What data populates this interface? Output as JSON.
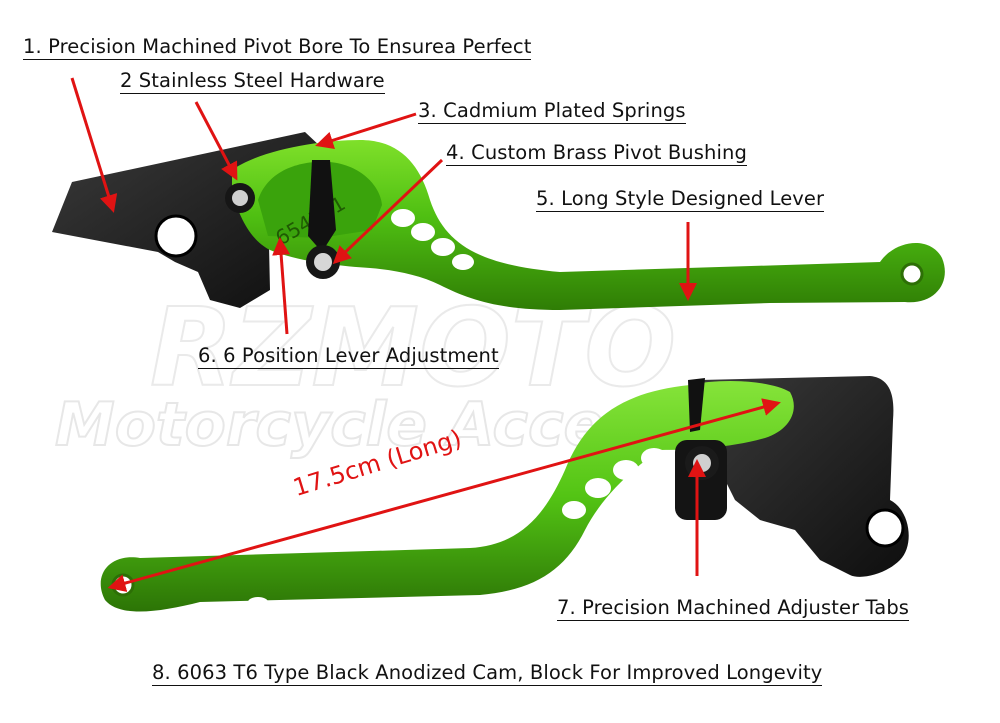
{
  "annotations": {
    "pivot_bore": "1. Precision Machined Pivot Bore To Ensurea Perfect",
    "hardware": "2 Stainless Steel Hardware",
    "springs": "3. Cadmium Plated Springs",
    "bushing": "4. Custom Brass Pivot Bushing",
    "lever_style": "5. Long Style Designed Lever",
    "adjustment": "6. 6 Position Lever Adjustment",
    "adjuster_tabs": "7. Precision Machined Adjuster Tabs",
    "cam_block": "8. 6063 T6 Type Black Anodized Cam, Block For Improved Longevity"
  },
  "length_label": "17.5cm (Long)",
  "watermark": {
    "brand": "RZMOTO",
    "subtitle": "Motorcycle Accessories"
  },
  "dial_numbers": "654321",
  "colors": {
    "lever_green": "#4fbf12",
    "lever_dark": "#2f7d05",
    "block_black": "#1c1c1c",
    "arrow_red": "#e01313",
    "background": "#ffffff"
  }
}
